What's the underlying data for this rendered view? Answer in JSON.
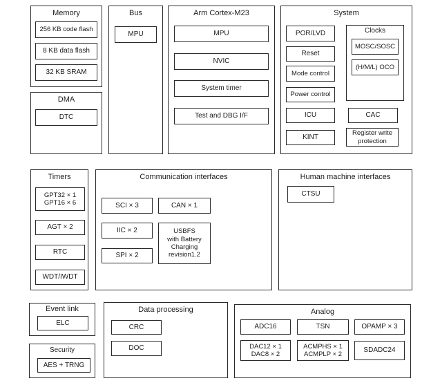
{
  "colors": {
    "border": "#2a2a2a",
    "background": "#ffffff",
    "text": "#1b1b1b"
  },
  "blocks": {
    "memory": {
      "title": "Memory",
      "code_flash": "256 KB code flash",
      "data_flash": "8 KB data flash",
      "sram": "32 KB SRAM"
    },
    "dma": {
      "title": "DMA",
      "dtc": "DTC"
    },
    "bus": {
      "title": "Bus",
      "mpu": "MPU"
    },
    "cortex": {
      "title": "Arm Cortex-M23",
      "mpu": "MPU",
      "nvic": "NVIC",
      "system_timer": "System timer",
      "test_dbg": "Test and DBG I/F"
    },
    "system": {
      "title": "System",
      "por_lvd": "POR/LVD",
      "reset": "Reset",
      "mode_control": "Mode control",
      "power_control": "Power control",
      "icu": "ICU",
      "kint": "KINT",
      "clocks": {
        "title": "Clocks",
        "mosc_sosc": "MOSC/SOSC",
        "oco": "(H/M/L) OCO"
      },
      "cac": "CAC",
      "reg_write_line1": "Register write",
      "reg_write_line2": "protection"
    },
    "timers": {
      "title": "Timers",
      "gpt_line1": "GPT32 × 1",
      "gpt_line2": "GPT16 × 6",
      "agt": "AGT × 2",
      "rtc": "RTC",
      "wdt": "WDT/IWDT"
    },
    "comm": {
      "title": "Communication interfaces",
      "sci": "SCI × 3",
      "can": "CAN × 1",
      "iic": "IIC × 2",
      "usbfs_line1": "USBFS",
      "usbfs_line2": "with Battery",
      "usbfs_line3": "Charging",
      "usbfs_line4": "revision1.2",
      "spi": "SPI × 2"
    },
    "hmi": {
      "title": "Human machine interfaces",
      "ctsu": "CTSU"
    },
    "event_link": {
      "title": "Event link",
      "elc": "ELC"
    },
    "security": {
      "title": "Security",
      "aes_trng": "AES + TRNG"
    },
    "data_processing": {
      "title": "Data processing",
      "crc": "CRC",
      "doc": "DOC"
    },
    "analog": {
      "title": "Analog",
      "adc16": "ADC16",
      "tsn": "TSN",
      "opamp": "OPAMP × 3",
      "dac_line1": "DAC12 × 1",
      "dac_line2": "DAC8 × 2",
      "acmp_line1": "ACMPHS × 1",
      "acmp_line2": "ACMPLP × 2",
      "sdadc": "SDADC24"
    }
  }
}
